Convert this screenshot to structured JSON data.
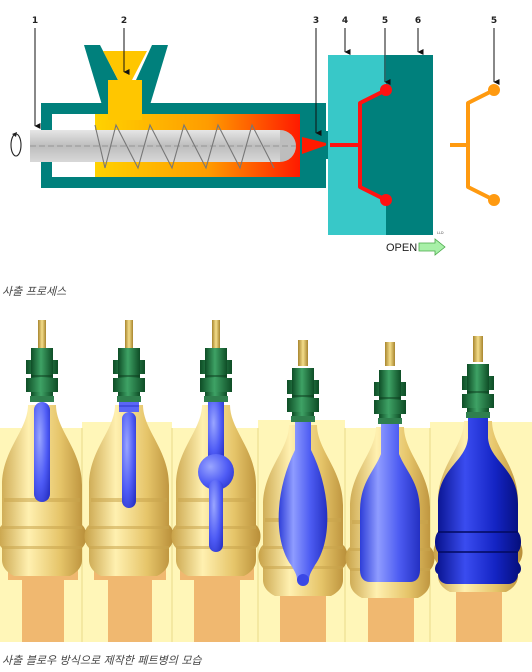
{
  "diagram1": {
    "labels": [
      "1",
      "2",
      "3",
      "4",
      "5",
      "6",
      "5"
    ],
    "open_label": "OPEN",
    "small_mark": "LLD",
    "caption": "사출 프로세스"
  },
  "diagram2": {
    "stage_count": 6,
    "caption": "사출 블로우 방식으로 제작한 페트병의 모습"
  },
  "colors": {
    "barrel": "#00807c",
    "hopper_resin": "#ffc600",
    "heat_start": "#ffd200",
    "heat_end": "#ff1a00",
    "screw": "#cfcfcf",
    "mold_left": "#38c8c8",
    "mold_right": "#00807c",
    "part": "#ff1111",
    "ejected_part": "#ff9a10",
    "preform": "#5560ff",
    "bottle_final": "#0a1ab8",
    "mold_cream": "#fff6b8",
    "mold_tan": "#f0b870",
    "neck_green": "#1f7a40",
    "rod_gold": "#c8a548"
  },
  "icons": {
    "rotation": "rotation-arrow-icon",
    "open": "open-arrow-icon"
  }
}
